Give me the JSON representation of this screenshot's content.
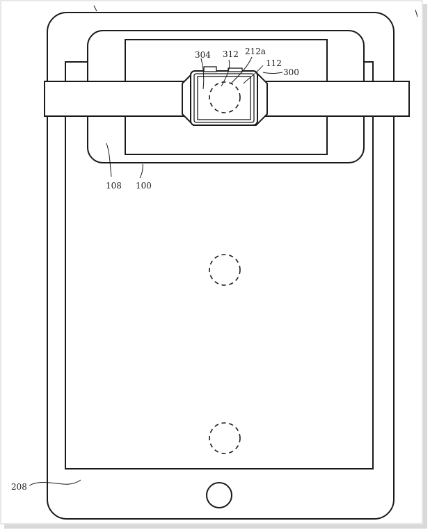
{
  "figure": {
    "labels": {
      "tablet": "208",
      "dock": "100",
      "dock_surface": "108",
      "watch": "300",
      "watch_display": "304",
      "coil_area": "312",
      "coil": "212a",
      "alignment": "112"
    },
    "icons": {
      "home_button": "circle-icon",
      "charging_zone": "dashed-circle-icon"
    }
  }
}
